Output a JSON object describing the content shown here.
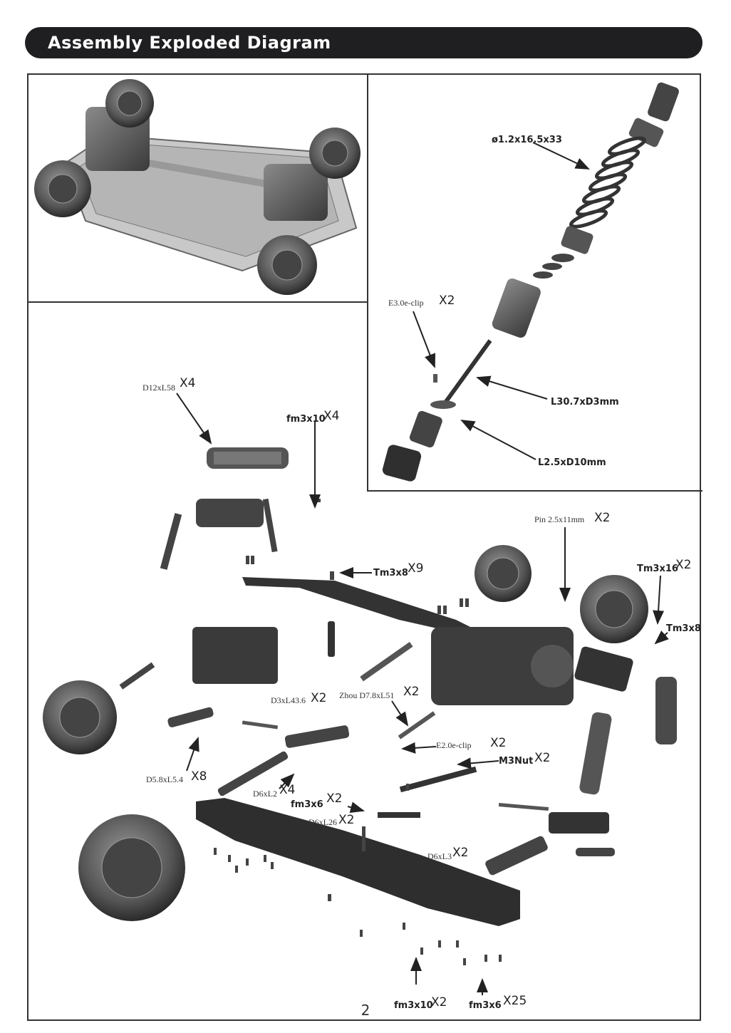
{
  "header": {
    "title": "Assembly Exploded Diagram"
  },
  "callouts": {
    "spring": {
      "spec": "ø1.2x16.5x33",
      "qty": ""
    },
    "e3_clip": {
      "spec": "E3.0e-clip",
      "qty": "X2"
    },
    "shaft": {
      "spec": "L30.7xD3mm",
      "qty": ""
    },
    "washer": {
      "spec": "L2.5xD10mm",
      "qty": ""
    },
    "d12": {
      "spec": "D12xL58",
      "qty": "X4"
    },
    "fm3x10_top": {
      "spec": "fm3x10",
      "qty": "X4"
    },
    "pin": {
      "spec": "Pin 2.5x11mm",
      "qty": "X2"
    },
    "tm3x8_mid": {
      "spec": "Tm3x8",
      "qty": "X9"
    },
    "tm3x16": {
      "spec": "Tm3x16",
      "qty": "X2"
    },
    "tm3x8_right": {
      "spec": "Tm3x8",
      "qty": ""
    },
    "d3": {
      "spec": "D3xL43.6",
      "qty": "X2"
    },
    "zhou": {
      "spec": "Zhou D7.8xL51",
      "qty": "X2"
    },
    "e2_clip": {
      "spec": "E2.0e-clip",
      "qty": "X2"
    },
    "m3nut": {
      "spec": "M3Nut",
      "qty": "X2"
    },
    "d58": {
      "spec": "D5.8xL5.4",
      "qty": "X8"
    },
    "d6l2": {
      "spec": "D6xL2",
      "qty": "X4"
    },
    "fm3x6_mid": {
      "spec": "fm3x6",
      "qty": "X2"
    },
    "d6l26": {
      "spec": "D6xL26",
      "qty": "X2"
    },
    "d6l3": {
      "spec": "D6xL3",
      "qty": "X2"
    },
    "fm3x10_bottom": {
      "spec": "fm3x10",
      "qty": "X2"
    },
    "fm3x6_bottom": {
      "spec": "fm3x6",
      "qty": "X25"
    }
  },
  "footer": {
    "page_number": "2"
  }
}
